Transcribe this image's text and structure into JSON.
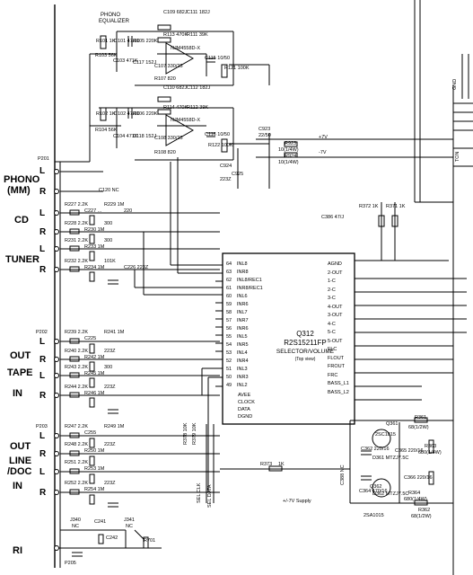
{
  "inputs": {
    "phono": "PHONO",
    "phono_sub": "(MM)",
    "cd": "CD",
    "tuner": "TUNER",
    "out_tape_1": "OUT",
    "tape": "TAPE",
    "in_tape": "IN",
    "out_line_1": "OUT",
    "line_doc_1": "LINE",
    "line_doc_2": "/DOC",
    "in_line": "IN",
    "ri": "RI",
    "pin_l": "L",
    "pin_r": "R"
  },
  "connectors": {
    "p201": "P201",
    "p202": "P202",
    "p203": "P203",
    "p205": "P205",
    "j340": "J340",
    "j341": "J341",
    "c241": "C241",
    "c242": "C242",
    "r701": "R701",
    "nc": "NC"
  },
  "equalizer": {
    "title_1": "PHONO",
    "title_2": "EQUALIZER",
    "opamp_1": "NJM4558D-X",
    "opamp_2": "NJM4558D-X",
    "parts": [
      "C109 682J",
      "C111 182J",
      "R113 470K",
      "R111 39K",
      "R101 1K",
      "C101 47/50",
      "R105 220K",
      "R103 56K",
      "C103 471K",
      "C117 152J",
      "C107 330/25",
      "R107 820",
      "C115 10/50",
      "R121 100K",
      "C110 682J",
      "C112 182J",
      "R114 470K",
      "R112 39K",
      "R102 1K",
      "C102 47/50",
      "R106 220K",
      "R104 56K",
      "C104 471K",
      "C118 152J",
      "C108 330/25",
      "R108 820",
      "C116 10/50",
      "R122 100K"
    ]
  },
  "supply": {
    "r923": "R923",
    "r923_v": "10(1/4W)",
    "r924": "R924",
    "r924_v": "10(1/4W)",
    "plus7": "+7V",
    "minus7": "-7V",
    "c923": "C923",
    "c923_v": "22/50",
    "c924": "C924",
    "c925": "C925",
    "c925_v": "223Z",
    "note": "+/-7V Supply"
  },
  "ic": {
    "ref": "Q312",
    "part": "R2S15211FP",
    "function": "SELECTOR/VOLUME",
    "view": "(Top view)",
    "left_pins": [
      "64",
      "63",
      "62",
      "61",
      "60",
      "59",
      "58",
      "57",
      "56",
      "55",
      "54",
      "53",
      "52",
      "51",
      "50",
      "49"
    ],
    "left_names": [
      "INL8",
      "INR8",
      "INL8/REC1",
      "INR8/REC1",
      "INL6",
      "INR6",
      "INL7",
      "INR7",
      "INR6",
      "INL5",
      "INR5",
      "INL4",
      "INR4",
      "INL3",
      "INR3",
      "INL2"
    ],
    "right_names": [
      "AGND",
      "2-OUT",
      "1-C",
      "2-C",
      "3-C",
      "4-OUT",
      "3-OUT",
      "4-C",
      "5-C",
      "5-OUT",
      "FLC",
      "FLOUT",
      "FROUT",
      "FRC",
      "BASS_L1",
      "BASS_L2"
    ],
    "bottom_names": [
      "AVEE",
      "CLOCK",
      "DATA",
      "DGND"
    ],
    "bottom_tags": [
      "SEL CLK",
      "SEL DATA"
    ],
    "bottom_pins": [
      "R378 10K",
      "R379 10K"
    ]
  },
  "right_side": {
    "r372": "R372 1K",
    "r371": "R371 1K",
    "c386": "C386 47/J",
    "c388": "C388 NC",
    "q361": "Q361",
    "q361_part": "2SC1815",
    "q362": "Q362",
    "q362_part": "2SA1015",
    "r361": "R361",
    "r361_v": "68(1/2W)",
    "r362": "R362",
    "r362_v": "68(1/2W)",
    "r363": "R363",
    "r363_v": "680(1/4W)",
    "r364": "R364",
    "r364_v": "680(1/4W)",
    "d361": "D361 MTZJ7.5C",
    "d362": "D362 MTZJ7.5C",
    "c365": "C365 220/16",
    "c366": "C366 220/16",
    "c362": "C362 220/16",
    "c364": "C364 470/16",
    "r373": "R373",
    "r373_v": "1K",
    "gnd": "GND",
    "ton": "TON"
  },
  "channel_parts": {
    "cd_l": [
      "R227 2.2K",
      "C227 ...",
      "R229 1M",
      "220"
    ],
    "cd_r": [
      "R228 2.2K",
      "R230 1M",
      "300"
    ],
    "tuner_l": [
      "R231 2.2K",
      "R233 1M",
      "300"
    ],
    "tuner_r": [
      "R232 2.2K",
      "R234 1M",
      "101K",
      "C226 223Z"
    ],
    "tape_l": [
      "R239 2.2K",
      "C225",
      "R241 1M"
    ],
    "tape_r": [
      "R240 2.2K",
      "R242 1M",
      "223Z"
    ],
    "tape_in_l": [
      "R243 2.2K",
      "R245 1M",
      "300"
    ],
    "tape_in_r": [
      "R244 2.2K",
      "R246 1M",
      "223Z"
    ],
    "line_l": [
      "R247 2.2K",
      "C255",
      "R249 1M"
    ],
    "line_r": [
      "R248 2.2K",
      "R250 1M",
      "223Z"
    ],
    "line_in_l": [
      "R251 2.2K",
      "R253 1M"
    ],
    "line_in_r": [
      "R252 2.2K",
      "R254 1M",
      "223Z"
    ],
    "c120": "C120 NC"
  }
}
